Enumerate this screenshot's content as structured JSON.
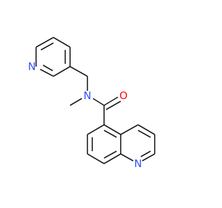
{
  "molecule": {
    "atoms": [
      {
        "id": "n_pyr",
        "symbol": "N",
        "color": "#3050F8"
      },
      {
        "id": "n_amide",
        "symbol": "N",
        "color": "#3050F8"
      },
      {
        "id": "o_carbonyl",
        "symbol": "O",
        "color": "#FF0D0D"
      },
      {
        "id": "n_quin",
        "symbol": "N",
        "color": "#3050F8"
      }
    ]
  },
  "colors": {
    "bond": "#1a1a1a",
    "background": "#ffffff"
  }
}
